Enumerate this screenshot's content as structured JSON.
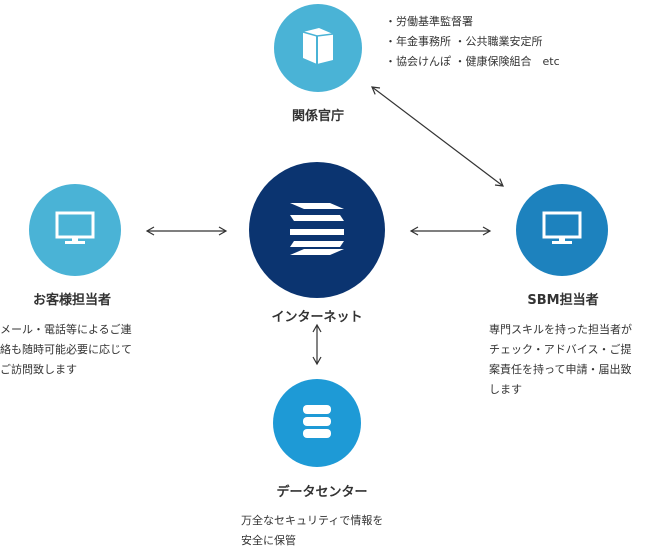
{
  "colors": {
    "center": "#0b3470",
    "side": "#4ab3d6",
    "sbm": "#1d82be",
    "data": "#1e9ad6",
    "arrow": "#333333"
  },
  "nodes": {
    "government": {
      "icon": "box-icon",
      "title": "関係官庁",
      "notes": [
        "・労働基準監督署",
        "・年金事務所 ・公共職業安定所",
        "・協会けんぽ ・健康保険組合　etc"
      ]
    },
    "customer": {
      "icon": "monitor-icon",
      "title": "お客様担当者",
      "description": [
        "メール・電話等によるご連",
        "絡も随時可能必要に応じて",
        "ご訪問致します"
      ]
    },
    "internet": {
      "icon": "logo-icon",
      "title": "インターネット"
    },
    "sbm": {
      "icon": "monitor-icon",
      "title": "SBM担当者",
      "description": [
        "専門スキルを持った担当者が",
        "チェック・アドバイス・ご提",
        "案責任を持って申請・届出致",
        "します"
      ]
    },
    "datacenter": {
      "icon": "database-icon",
      "title": "データセンター",
      "description": [
        "万全なセキュリティで情報を",
        "安全に保管"
      ]
    }
  }
}
